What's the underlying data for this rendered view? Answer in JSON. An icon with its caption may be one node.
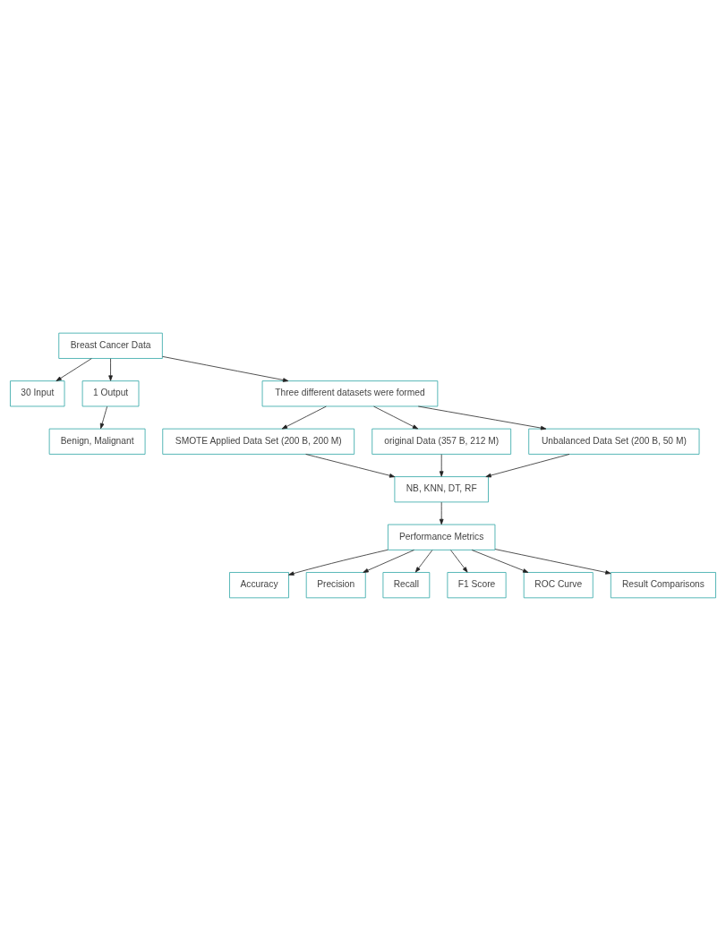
{
  "diagram": {
    "nodes": [
      {
        "text": [
          "Breast Cancer Data"
        ]
      },
      {
        "text": [
          "30 Input"
        ]
      },
      {
        "text": [
          "1 Output"
        ]
      },
      {
        "text": [
          "Benign, Malignant"
        ]
      },
      {
        "text": [
          "Three different datasets were formed"
        ]
      },
      {
        "text": [
          "SMOTE Applied Data Set (200 B, 200 M)"
        ]
      },
      {
        "text": [
          "original Data (357 B, 212 M)"
        ]
      },
      {
        "text": [
          "Unbalanced Data Set (200 B, 50 M)"
        ]
      },
      {
        "text": [
          "NB, KNN, DT, RF"
        ]
      },
      {
        "text": [
          "Performance Metrics"
        ]
      },
      {
        "text": [
          "Accuracy"
        ]
      },
      {
        "text": [
          "Precision"
        ]
      },
      {
        "text": [
          "Recall"
        ]
      },
      {
        "text": [
          "F1 Score"
        ]
      },
      {
        "text": [
          "ROC Curve"
        ]
      },
      {
        "text": [
          "Result Comparisons"
        ]
      }
    ],
    "edges": [
      {
        "from": 0,
        "to": 1,
        "arrow": "to"
      },
      {
        "from": 0,
        "to": 2,
        "arrow": "to"
      },
      {
        "from": 0,
        "to": 4,
        "arrow": "to"
      },
      {
        "from": 2,
        "to": 3,
        "arrow": "to"
      },
      {
        "from": 4,
        "to": 5,
        "arrow": "to"
      },
      {
        "from": 4,
        "to": 6,
        "arrow": "to"
      },
      {
        "from": 4,
        "to": 7,
        "arrow": "to"
      },
      {
        "from": 5,
        "to": 8,
        "arrow": "to"
      },
      {
        "from": 6,
        "to": 8,
        "arrow": "to"
      },
      {
        "from": 7,
        "to": 8,
        "arrow": "to"
      },
      {
        "from": 8,
        "to": 9,
        "arrow": "to"
      },
      {
        "from": 9,
        "to": 10,
        "arrow": "to"
      },
      {
        "from": 9,
        "to": 11,
        "arrow": "to"
      },
      {
        "from": 9,
        "to": 12,
        "arrow": "to"
      },
      {
        "from": 9,
        "to": 13,
        "arrow": "to"
      },
      {
        "from": 9,
        "to": 14,
        "arrow": "to"
      },
      {
        "from": 9,
        "to": 15,
        "arrow": "to"
      }
    ]
  }
}
